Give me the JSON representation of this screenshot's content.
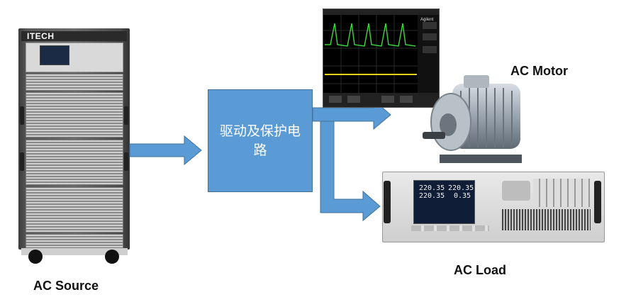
{
  "labels": {
    "ac_source": "AC Source",
    "ac_motor": "AC Motor",
    "ac_load": "AC Load",
    "driver": "驱动及保护电路",
    "brand": "ITECH",
    "scope_brand": "Agilent",
    "load_v1": "220.35",
    "load_v2": "220.35",
    "load_v3": "220.35",
    "load_v4": "0.35"
  },
  "colors": {
    "arrow": "#5b9bd5",
    "driver_fill": "#5b9bd5",
    "scope_trace_green": "#39d839",
    "scope_trace_yellow": "#e6d21a"
  },
  "icons": [
    "arrow-right-icon",
    "oscilloscope-icon",
    "motor-icon",
    "ac-source-icon",
    "ac-load-icon"
  ]
}
